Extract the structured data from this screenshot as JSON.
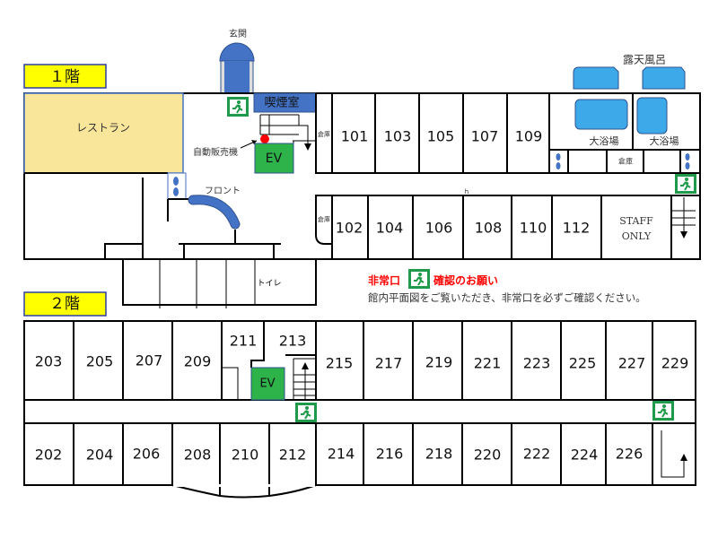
{
  "floor1": {
    "label": "１階",
    "entrance": "玄関",
    "restaurant": "レストラン",
    "smoking_room": "喫煙室",
    "vending_machine": "自動販売機",
    "elevator": "EV",
    "front_desk": "フロント",
    "toilet": "トイレ",
    "storage": "倉庫",
    "outdoor_bath": "露天風呂",
    "large_bath": "大浴場",
    "staff_only": [
      "STAFF",
      "ONLY"
    ],
    "upper_rooms": [
      "101",
      "103",
      "105",
      "107",
      "109"
    ],
    "lower_rooms": [
      "102",
      "104",
      "106",
      "108",
      "110",
      "112"
    ]
  },
  "floor2": {
    "label": "２階",
    "elevator": "EV",
    "upper_rooms": [
      "203",
      "205",
      "207",
      "209",
      "211",
      "213",
      "215",
      "217",
      "219",
      "221",
      "223",
      "225",
      "227",
      "229"
    ],
    "lower_rooms": [
      "202",
      "204",
      "206",
      "208",
      "210",
      "212",
      "214",
      "216",
      "218",
      "220",
      "222",
      "224",
      "226"
    ]
  },
  "notice": {
    "title_red": "非常口",
    "title_red2": "確認のお願い",
    "body": "館内平面図をご覧いただき、非常口を必ずご確認ください。"
  },
  "colors": {
    "yellow": "#FFFF00",
    "restaurant": "#FAE69A",
    "blue": "#4472C4",
    "bath": "#3DA9E8",
    "green": "#2EB24A",
    "exit_green": "#1E9A4A",
    "red": "#FF0000"
  }
}
